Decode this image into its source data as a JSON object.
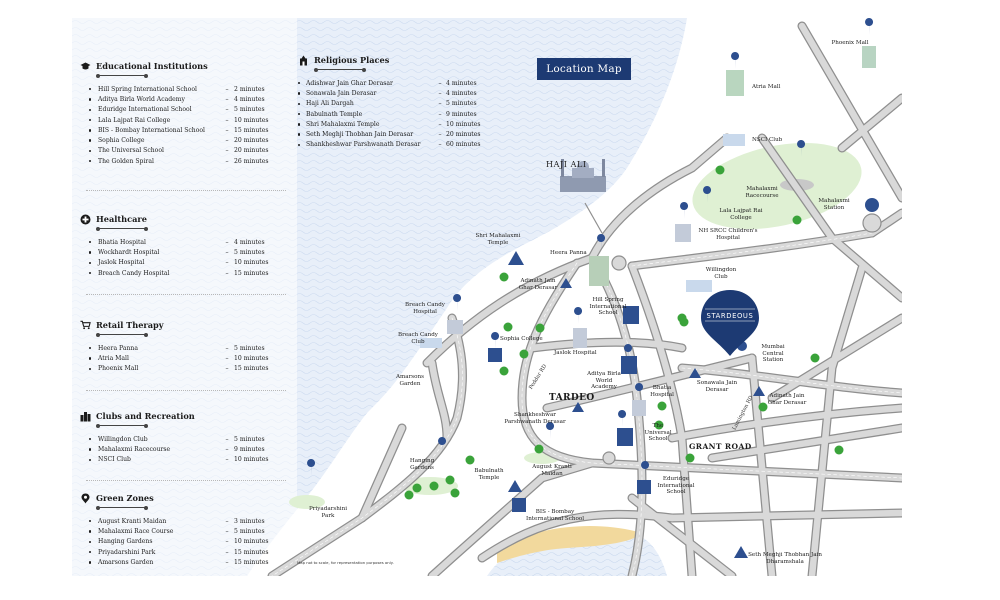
{
  "title": "Location Map",
  "project": "STARDEOUS",
  "disclaimer": "Map not to scale, for representation purposes only.",
  "colors": {
    "navy": "#1d3a73",
    "sea": "#e6eef8",
    "road": "#a7a7a7",
    "park": "#dff0d3",
    "tree": "#3aa33a",
    "sand": "#f2d99d"
  },
  "sections": {
    "education": {
      "heading": "Educational Institutions",
      "icon": "graduation-cap-icon",
      "items": [
        {
          "name": "Hill Spring International School",
          "time": "2 minutes"
        },
        {
          "name": "Aditya Birla World Academy",
          "time": "4 minutes"
        },
        {
          "name": "Eduridge International School",
          "time": "5 minutes"
        },
        {
          "name": "Lala Lajpat Rai College",
          "time": "10 minutes"
        },
        {
          "name": "BIS - Bombay International School",
          "time": "15 minutes"
        },
        {
          "name": "Sophia College",
          "time": "20 minutes"
        },
        {
          "name": "The Universal School",
          "time": "20 minutes"
        },
        {
          "name": "The Golden Spiral",
          "time": "26 minutes"
        }
      ]
    },
    "religious": {
      "heading": "Religious Places",
      "icon": "temple-icon",
      "items": [
        {
          "name": "Adishwar Jain Ghar Derasar",
          "time": "4 minutes"
        },
        {
          "name": "Sonawala Jain Derasar",
          "time": "4 minutes"
        },
        {
          "name": "Haji Ali Dargah",
          "time": "5 minutes"
        },
        {
          "name": "Babulnath Temple",
          "time": "9 minutes"
        },
        {
          "name": "Shri Mahalaxmi Temple",
          "time": "10 minutes"
        },
        {
          "name": "Seth Meghji Thobhan Jain Derasar",
          "time": "20 minutes"
        },
        {
          "name": "Shankheshwar Parshwanath Derasar",
          "time": "60 minutes"
        }
      ]
    },
    "healthcare": {
      "heading": "Healthcare",
      "icon": "medical-cross-icon",
      "items": [
        {
          "name": "Bhatia Hospital",
          "time": "4 minutes"
        },
        {
          "name": "Wockhardt Hospital",
          "time": "5 minutes"
        },
        {
          "name": "Jaslok Hospital",
          "time": "10 minutes"
        },
        {
          "name": "Breach Candy Hospital",
          "time": "15 minutes"
        }
      ]
    },
    "retail": {
      "heading": "Retail Therapy",
      "icon": "shopping-cart-icon",
      "items": [
        {
          "name": "Heera Panna",
          "time": "5 minutes"
        },
        {
          "name": "Atria Mall",
          "time": "10 minutes"
        },
        {
          "name": "Phoenix Mall",
          "time": "15 minutes"
        }
      ]
    },
    "clubs": {
      "heading": "Clubs and Recreation",
      "icon": "buildings-icon",
      "items": [
        {
          "name": "Willingdon Club",
          "time": "5 minutes"
        },
        {
          "name": "Mahalaxmi Racecourse",
          "time": "9 minutes"
        },
        {
          "name": "NSCI Club",
          "time": "10 minutes"
        }
      ]
    },
    "green": {
      "heading": "Green Zones",
      "icon": "location-pin-icon",
      "items": [
        {
          "name": "August Kranti Maidan",
          "time": "3 minutes"
        },
        {
          "name": "Mahalaxmi Race Course",
          "time": "5 minutes"
        },
        {
          "name": "Hanging Gardens",
          "time": "10 minutes"
        },
        {
          "name": "Priyadarshini Park",
          "time": "15 minutes"
        },
        {
          "name": "Amarsons Garden",
          "time": "15 minutes"
        }
      ]
    }
  },
  "map": {
    "areas": {
      "tardeo": "TARDEO",
      "grant_road": "GRANT ROAD",
      "haji_ali": "HAJI ALI"
    },
    "roads": {
      "peddar": "Peddar RD",
      "lamington": "Lamington RD"
    },
    "labels": {
      "phoenix": "Phoenix Mall",
      "atria": "Atria Mall",
      "nsci": "NSCI Club",
      "racecourse": "Mahalaxmi Racecourse",
      "mahalaxmi_station": "Mahalaxmi Station",
      "lala_lajpat": "Lala Lajpat Rai College",
      "nh_srcc": "NH SRCC Children's Hospital",
      "shri_mahalaxmi": "Shri Mahalaxmi Temple",
      "heera_panna": "Heera Panna",
      "adinath_1": "Adinath Jain Ghar Derasar",
      "willingdon": "Willingdon Club",
      "hill_spring": "Hill Spring International School",
      "breach_hospital": "Breach Candy Hospital",
      "breach_club": "Breach Candy Club",
      "sophia": "Sophia College",
      "jaslok": "Jaslok Hospital",
      "amarsons": "Amarsons Garden",
      "mumbai_central": "Mumbai Central Station",
      "aditya_birla": "Aditya Birla World Academy",
      "sonawala": "Sonawala Jain Derasar",
      "adinath_2": "Adinath Jain Ghar Derasar",
      "bhatia": "Bhatia Hospital",
      "shankheshwar": "Shankheshwar Parshwanath Derasar",
      "universal": "The Universal School",
      "hanging": "Hanging Gardens",
      "babulnath": "Babulnath Temple",
      "august_kranti": "August Kranti Maidan",
      "eduridge": "Eduridge International School",
      "priyadarshini": "Priyadarshini Park",
      "bis": "BIS - Bombay International School",
      "seth_meghji": "Seth Meghji Thobhan Jain Dharamshala"
    }
  }
}
